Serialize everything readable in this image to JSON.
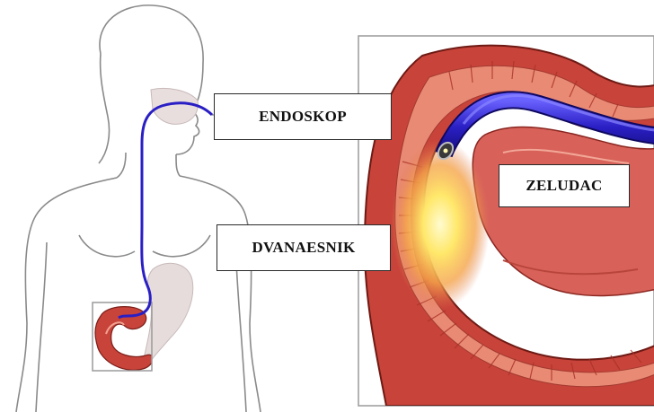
{
  "labels": {
    "endoscope": "ENDOSKOP",
    "stomach": "ZELUDAC",
    "duodenum": "DVANAESNIK"
  },
  "colors": {
    "endoscope_tube": "#2a1fc4",
    "body_outline": "#8a8a8a",
    "tissue_red": "#c8433a",
    "tissue_light": "#e98a74",
    "light_glow": "#fff06a",
    "inset_frame": "#9a9a9a"
  }
}
